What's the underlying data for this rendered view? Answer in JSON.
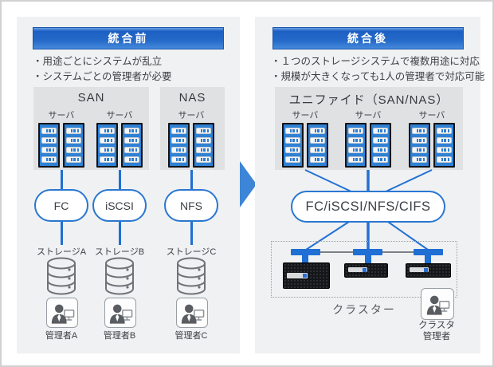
{
  "before": {
    "header": "統合前",
    "bullets": [
      "・用途ごとにシステムが乱立",
      "・システムごとの管理者が必要"
    ],
    "san_title": "SAN",
    "nas_title": "NAS",
    "server_labels": [
      "サーバ",
      "サーバ",
      "サーバ"
    ],
    "protocols": [
      "FC",
      "iSCSI",
      "NFS"
    ],
    "storages": [
      "ストレージA",
      "ストレージB",
      "ストレージC"
    ],
    "admins": [
      "管理者A",
      "管理者B",
      "管理者C"
    ]
  },
  "after": {
    "header": "統合後",
    "bullets": [
      "・１つのストレージシステムで複数用途に対応",
      "・規模が大きくなっても1人の管理者で対応可能"
    ],
    "unified_title": "ユニファイド（SAN/NAS）",
    "server_labels": [
      "サーバ",
      "サーバ",
      "サーバ"
    ],
    "protocol": "FC/iSCSI/NFS/CIFS",
    "cluster_label": "クラスター",
    "admin_lines": [
      "クラスタ",
      "管理者"
    ]
  },
  "colors": {
    "accent_blue": "#2a77d2",
    "header_blue": "#1d60c3",
    "server_blue": "#2f81d5",
    "connector_blue": "#1f6fd4",
    "panel_gray": "#f0f1f2",
    "box_gray": "#dfe1e3"
  }
}
